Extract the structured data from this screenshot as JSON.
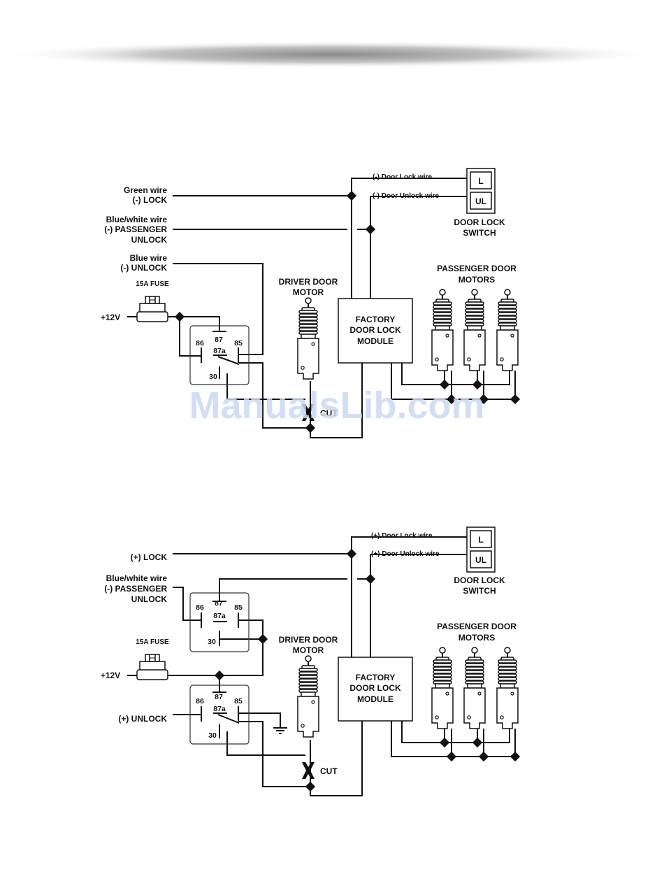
{
  "watermark": "ManualsLib.com",
  "diagram1": {
    "green_wire": "Green wire",
    "neg_lock": "(-) LOCK",
    "bluewhite_wire": "Blue/white wire",
    "neg_passenger": "(-) PASSENGER",
    "unlock_word": "UNLOCK",
    "blue_wire": "Blue wire",
    "neg_unlock": "(-) UNLOCK",
    "fuse": "15A FUSE",
    "plus12v": "+12V",
    "relay_terms": {
      "t87": "87",
      "t86": "86",
      "t87a": "87a",
      "t85": "85",
      "t30": "30"
    },
    "driver_motor": [
      "DRIVER DOOR",
      "MOTOR"
    ],
    "factory_module": [
      "FACTORY",
      "DOOR LOCK",
      "MODULE"
    ],
    "door_lock_wire": "(-) Door Lock wire",
    "door_unlock_wire": "(-) Door Unlock wire",
    "switch_l": "L",
    "switch_ul": "UL",
    "switch_label": [
      "DOOR LOCK",
      "SWITCH"
    ],
    "passenger_motors": [
      "PASSENGER DOOR",
      "MOTORS"
    ],
    "cut": "CUT"
  },
  "diagram2": {
    "pos_lock": "(+) LOCK",
    "bluewhite_wire": "Blue/white wire",
    "neg_passenger": "(-) PASSENGER",
    "unlock_word": "UNLOCK",
    "fuse": "15A FUSE",
    "plus12v": "+12V",
    "pos_unlock": "(+) UNLOCK",
    "relay1_terms": {
      "t87": "87",
      "t86": "86",
      "t87a": "87a",
      "t85": "85",
      "t30": "30"
    },
    "relay2_terms": {
      "t87": "87",
      "t86": "86",
      "t87a": "87a",
      "t85": "85",
      "t30": "30"
    },
    "driver_motor": [
      "DRIVER DOOR",
      "MOTOR"
    ],
    "factory_module": [
      "FACTORY",
      "DOOR LOCK",
      "MODULE"
    ],
    "door_lock_wire": "(+) Door Lock wire",
    "door_unlock_wire": "(+) Door Unlock wire",
    "switch_l": "L",
    "switch_ul": "UL",
    "switch_label": [
      "DOOR LOCK",
      "SWITCH"
    ],
    "passenger_motors": [
      "PASSENGER DOOR",
      "MOTORS"
    ],
    "cut": "CUT"
  }
}
